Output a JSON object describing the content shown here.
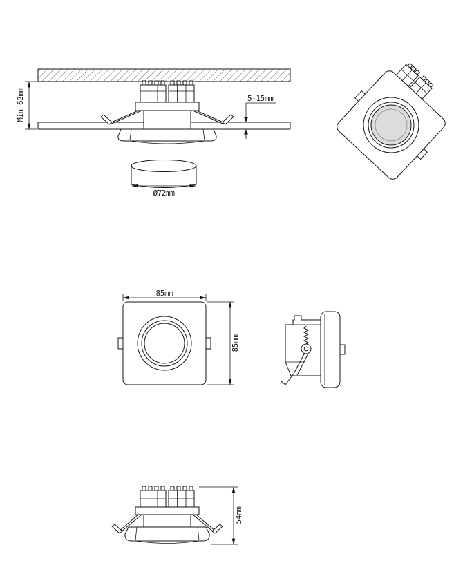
{
  "page": {
    "background": "#ffffff",
    "line_color": "#141414"
  },
  "labels": {
    "section_view": {
      "recess_depth": "Min 62mm",
      "ceiling_thickness": "5-15mm"
    },
    "cutout": {
      "diameter": "Ø72mm"
    },
    "front_view": {
      "width": "85mm",
      "height": "85mm"
    },
    "side_elevation": {
      "height": "54mm"
    }
  }
}
